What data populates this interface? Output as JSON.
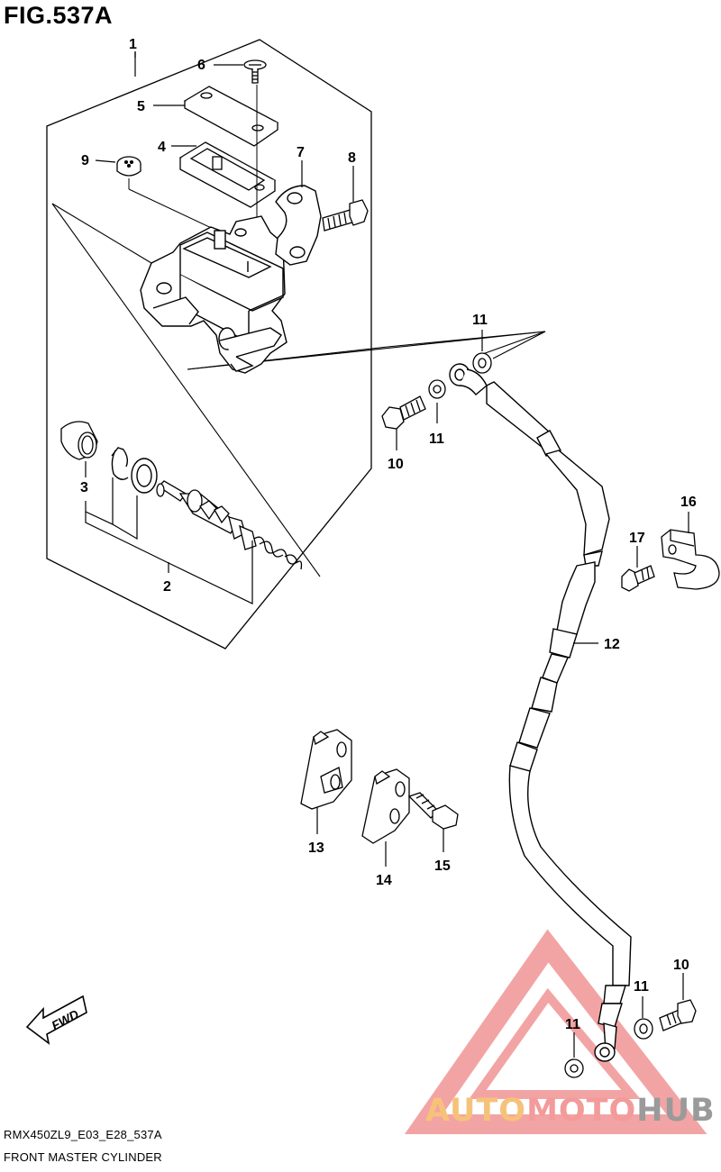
{
  "figure": {
    "title": "FIG.537A",
    "code": "RMX450ZL9_E03_E28_537A",
    "name": "FRONT MASTER CYLINDER"
  },
  "parts": [
    {
      "id": "1",
      "label": "1"
    },
    {
      "id": "2",
      "label": "2"
    },
    {
      "id": "3",
      "label": "3"
    },
    {
      "id": "4",
      "label": "4"
    },
    {
      "id": "5",
      "label": "5"
    },
    {
      "id": "6",
      "label": "6"
    },
    {
      "id": "7",
      "label": "7"
    },
    {
      "id": "8",
      "label": "8"
    },
    {
      "id": "9",
      "label": "9"
    },
    {
      "id": "10",
      "label": "10"
    },
    {
      "id": "11",
      "label": "11"
    },
    {
      "id": "12",
      "label": "12"
    },
    {
      "id": "13",
      "label": "13"
    },
    {
      "id": "14",
      "label": "14"
    },
    {
      "id": "15",
      "label": "15"
    },
    {
      "id": "16",
      "label": "16"
    },
    {
      "id": "17",
      "label": "17"
    }
  ],
  "fwd_label": "FWD",
  "watermark": {
    "part1": "AUTO",
    "part2": "MOTO",
    "part3": "HUB"
  },
  "colors": {
    "line": "#000000",
    "watermark_red": "#e85a5a",
    "watermark_orange": "#f6c27a",
    "watermark_grey": "#9a9a9a"
  }
}
